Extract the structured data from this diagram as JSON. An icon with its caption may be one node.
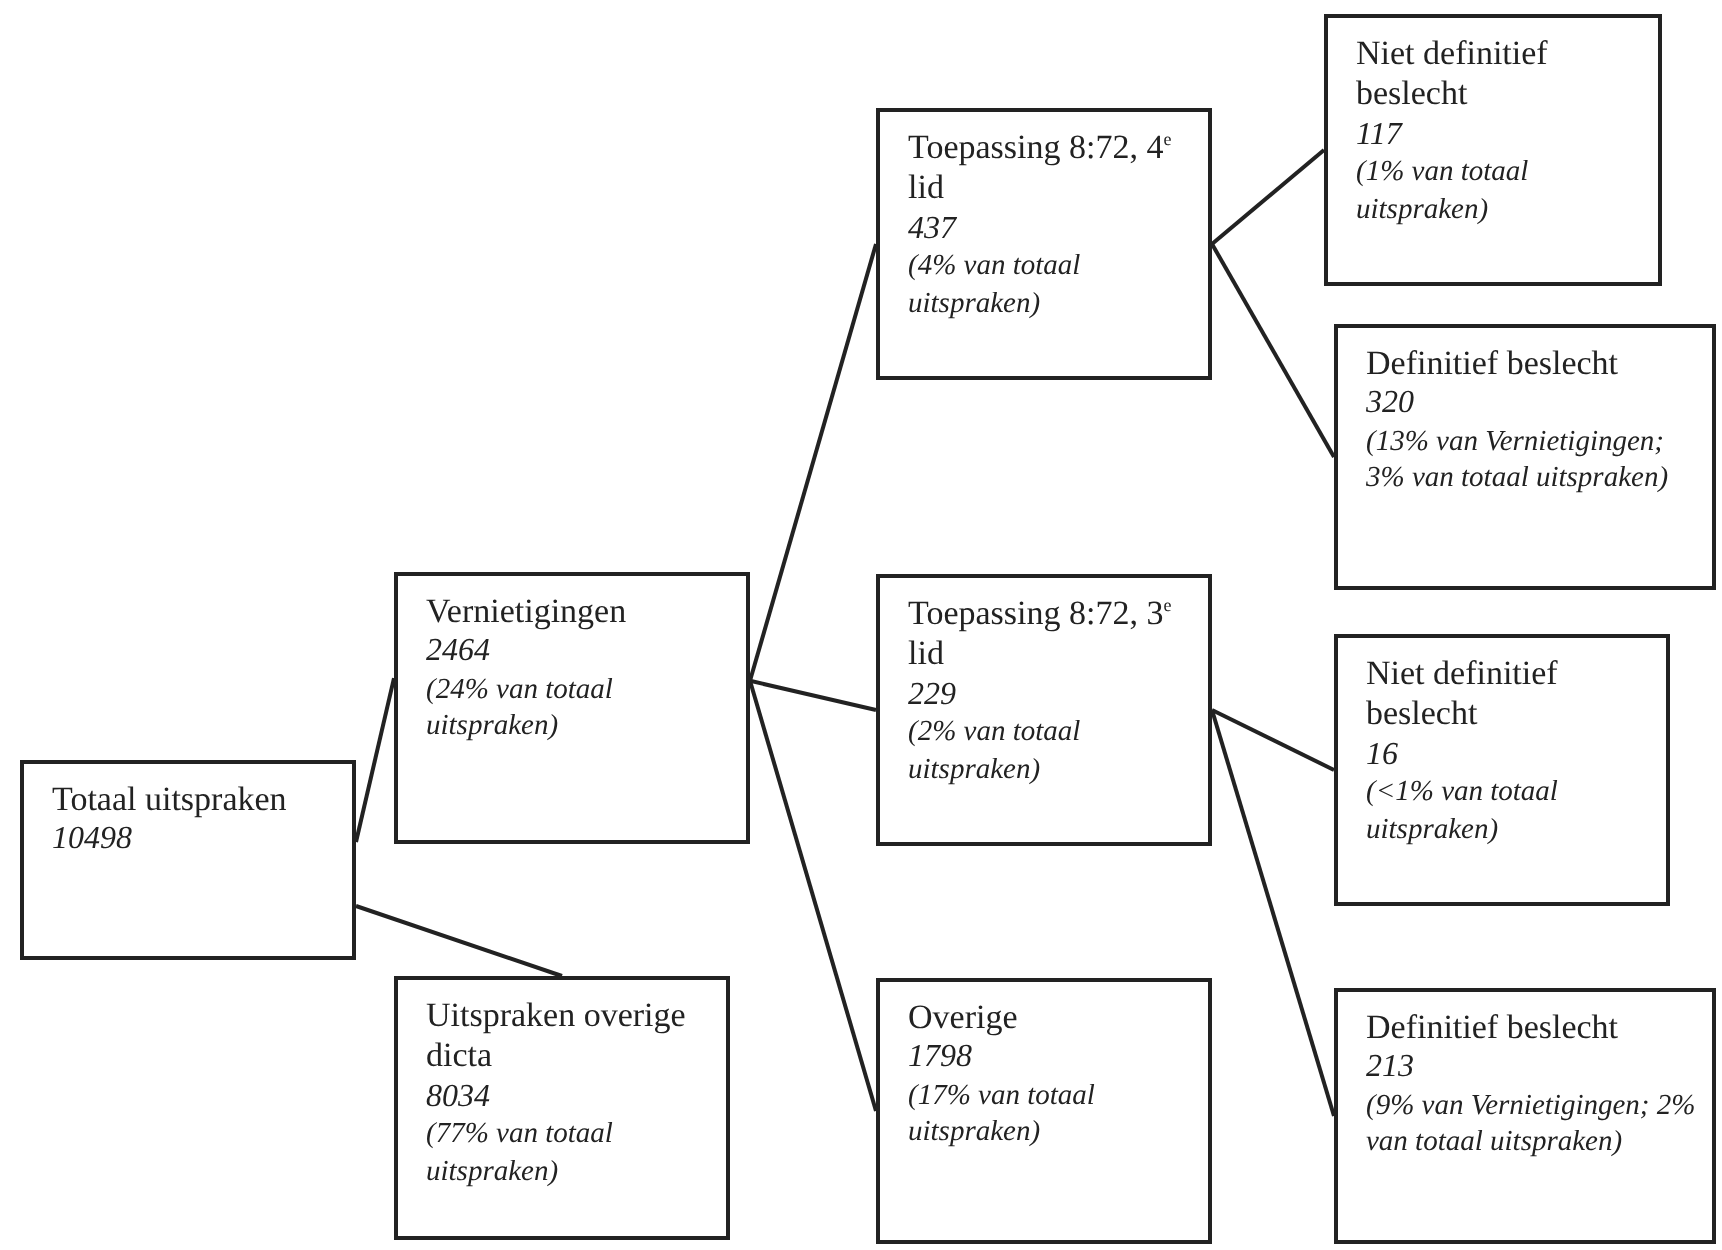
{
  "diagram": {
    "nodes": [
      {
        "text": [
          "Totaal uitspraken",
          "10498"
        ]
      },
      {
        "text": [
          "Vernietigingen",
          "2464",
          "(24% van totaal uitspraken)"
        ]
      },
      {
        "text": [
          "Uitspraken overige dicta",
          "8034",
          "(77% van totaal uitspraken)"
        ]
      },
      {
        "text": [
          "Toepassing 8:72, 4$^{e}$ lid",
          "437",
          "(4% van totaal uitspraken)"
        ]
      },
      {
        "text": [
          "Niet definitief beslecht",
          "117",
          "(1% van totaal uitspraken)"
        ]
      },
      {
        "text": [
          "Definitief beslecht",
          "320",
          "(13% van Vernietigingen; 3% van totaal uitspraken)"
        ]
      },
      {
        "text": [
          "Toepassing 8:72, 3$^{e}$ lid",
          "229",
          "(2% van totaal uitspraken)"
        ]
      },
      {
        "text": [
          "Niet definitief beslecht",
          "16",
          "(<1% van totaal uitspraken)"
        ]
      },
      {
        "text": [
          "Overige",
          "1798",
          "(17% van totaal uitspraken)"
        ]
      },
      {
        "text": [
          "Definitief beslecht",
          "213",
          "(9% van Vernietigingen; 2% van totaal uitspraken)"
        ]
      }
    ],
    "edges": [
      {
        "from": 0,
        "to": 1,
        "arrow": "none"
      },
      {
        "from": 0,
        "to": 2,
        "arrow": "none"
      },
      {
        "from": 1,
        "to": 3,
        "arrow": "none"
      },
      {
        "from": 1,
        "to": 6,
        "arrow": "none"
      },
      {
        "from": 1,
        "to": 8,
        "arrow": "none"
      },
      {
        "from": 3,
        "to": 4,
        "arrow": "none"
      },
      {
        "from": 3,
        "to": 5,
        "arrow": "none"
      },
      {
        "from": 6,
        "to": 7,
        "arrow": "none"
      },
      {
        "from": 6,
        "to": 9,
        "arrow": "none"
      }
    ]
  }
}
